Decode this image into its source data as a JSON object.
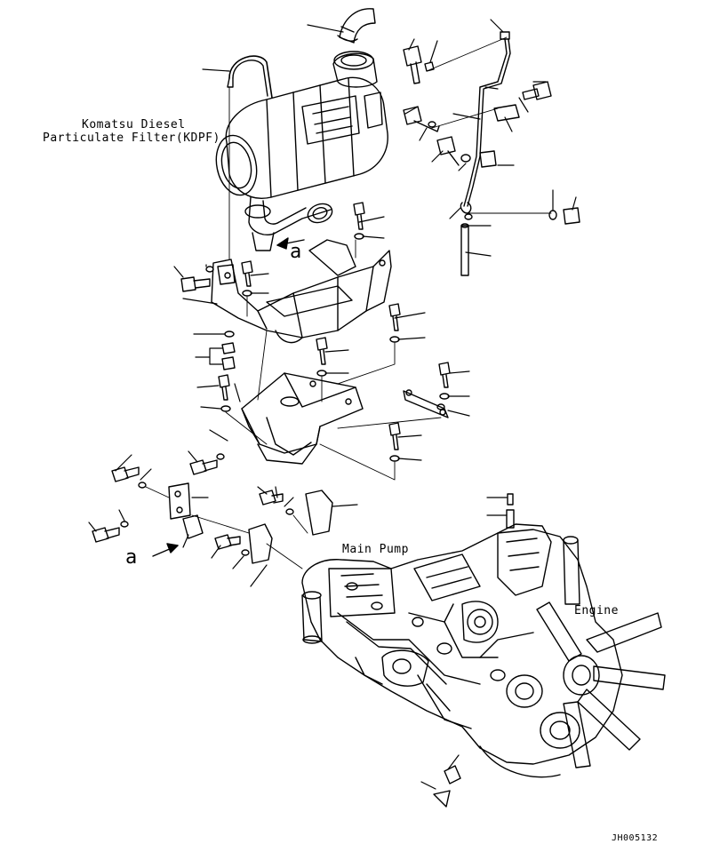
{
  "labels": {
    "kdpf_line1": "Komatsu Diesel",
    "kdpf_line2": "Particulate Filter(KDPF)",
    "main_pump": "Main Pump",
    "engine": "Engine",
    "view_a_upper": "a",
    "view_a_lower": "a",
    "drawing_number": "JH005132"
  },
  "colors": {
    "ink": "#000000",
    "paper": "#ffffff"
  }
}
